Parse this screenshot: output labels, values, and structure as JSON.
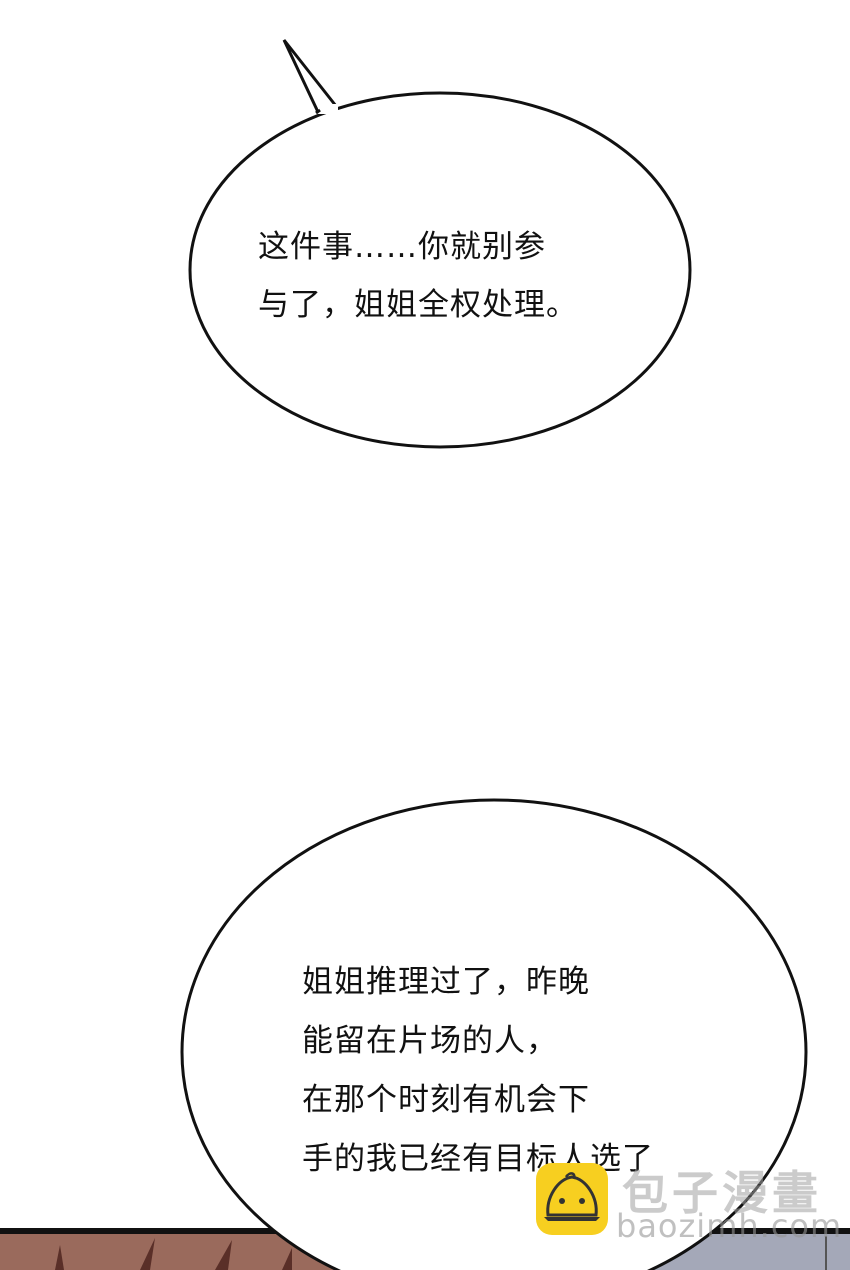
{
  "page": {
    "background": "#ffffff",
    "ink_color": "#111111"
  },
  "bubble_top": {
    "lines": [
      "这件事……你就别参",
      "与了，姐姐全权处理。"
    ],
    "text": "这件事……你就别参\n与了，姐姐全权处理。"
  },
  "bubble_bottom": {
    "lines": [
      "姐姐推理过了，昨晚",
      "能留在片场的人，",
      "在那个时刻有机会下",
      "手的我已经有目标人选了"
    ],
    "text": "姐姐推理过了，昨晚\n能留在片场的人，\n在那个时刻有机会下\n手的我已经有目标人选了"
  },
  "watermark": {
    "icon": "bun-logo-icon",
    "title": "包子漫畫",
    "url": "baozimh.com",
    "logo_color": "#f7cf20"
  },
  "bottom_panel": {
    "left_color": "#9a6a5c",
    "right_color": "#a4a8b8",
    "border_color": "#111111"
  }
}
